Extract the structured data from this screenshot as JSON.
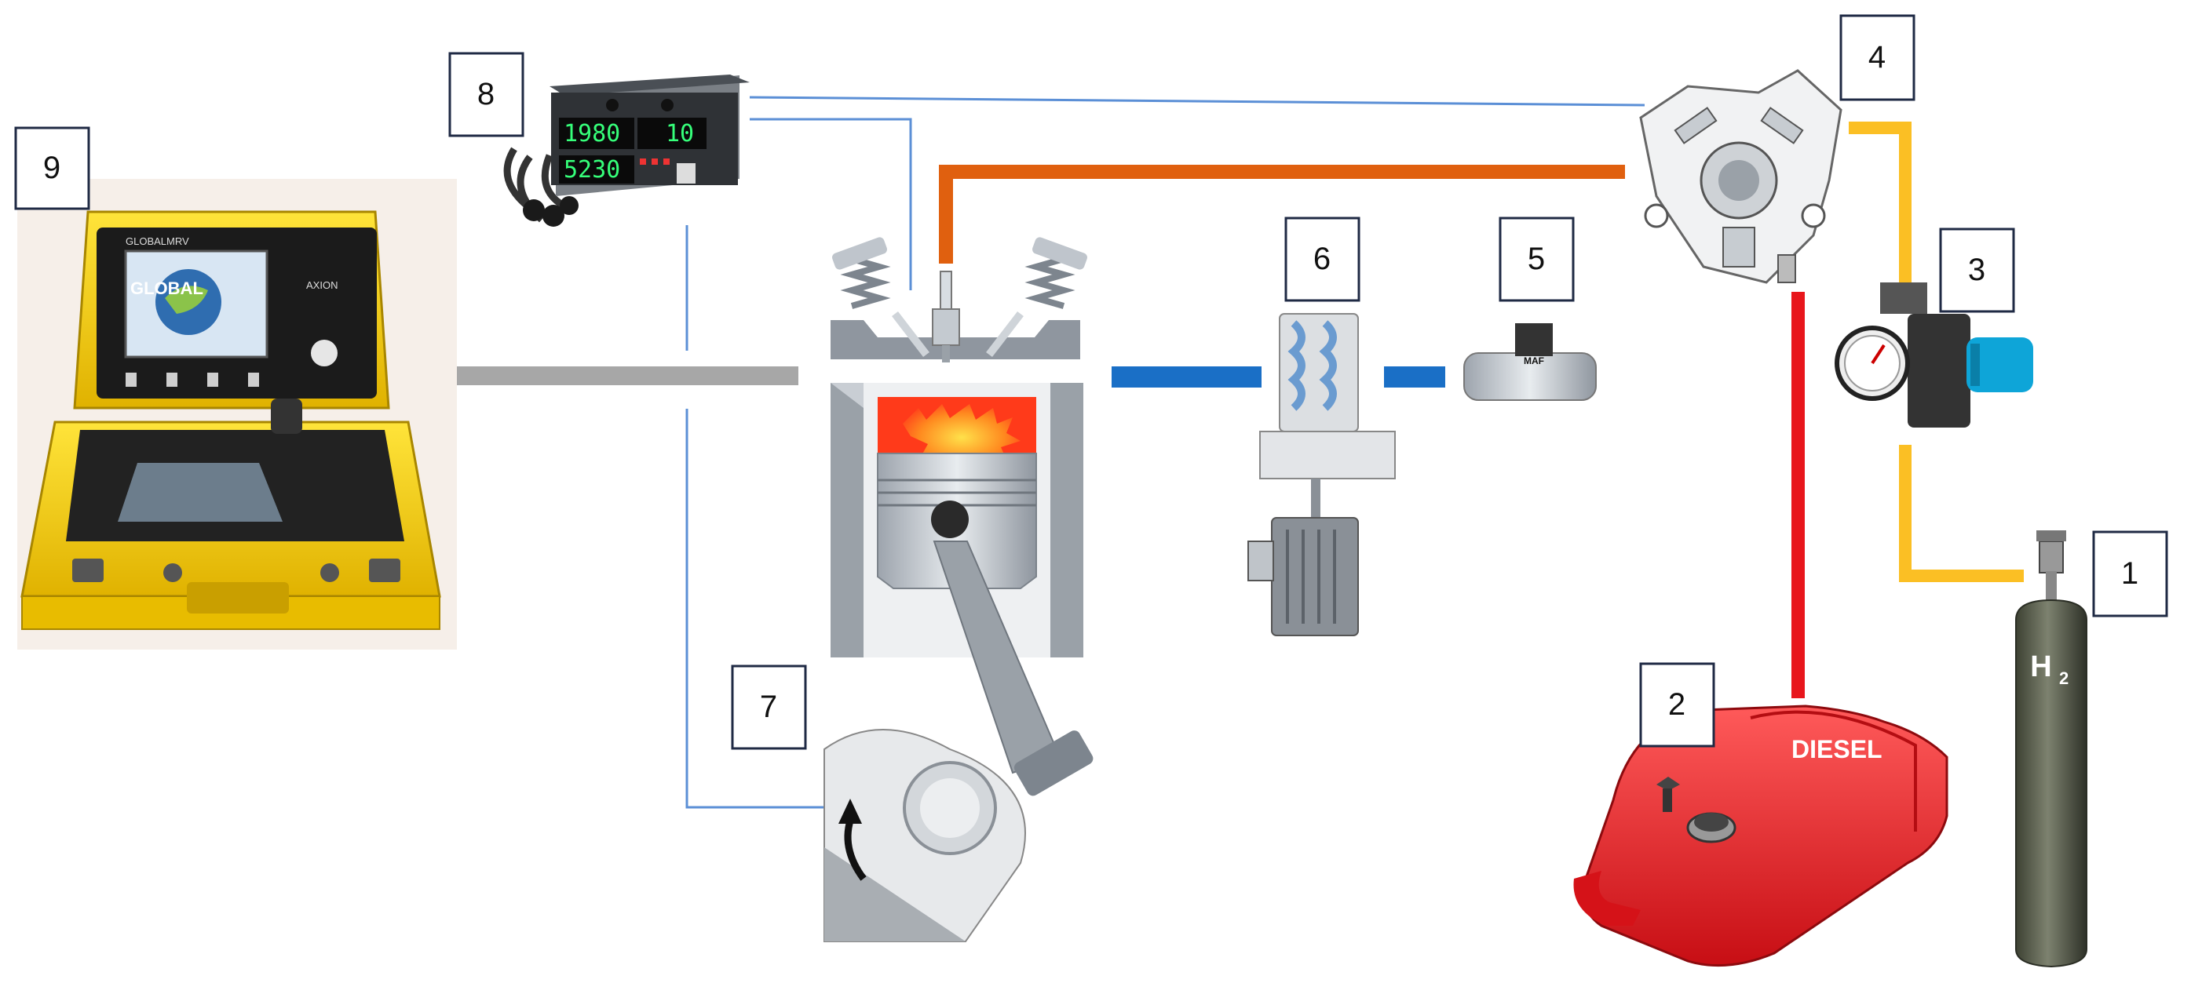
{
  "labels": {
    "n1": "1",
    "n2": "2",
    "n3": "3",
    "n4": "4",
    "n5": "5",
    "n6": "6",
    "n7": "7",
    "n8": "8",
    "n9": "9"
  },
  "tank_text": "DIESEL",
  "cylinder_text": {
    "main": "H",
    "sub": "2"
  },
  "maf_text": "MAF",
  "tachometer": {
    "display_top_left": "1980",
    "display_top_right": "10",
    "display_bottom": "5230"
  },
  "analyzer": {
    "brand": "GLOBALMRV",
    "model": "AXION",
    "screen_text": "GLOBAL"
  },
  "colors": {
    "diesel_line": "#e8161c",
    "hydrogen_line": "#fbbf24",
    "injection_line": "#e0600f",
    "air_line": "#1a6fc6",
    "exhaust_line": "#a7a7a7",
    "signal_line": "#5b8fd6"
  }
}
